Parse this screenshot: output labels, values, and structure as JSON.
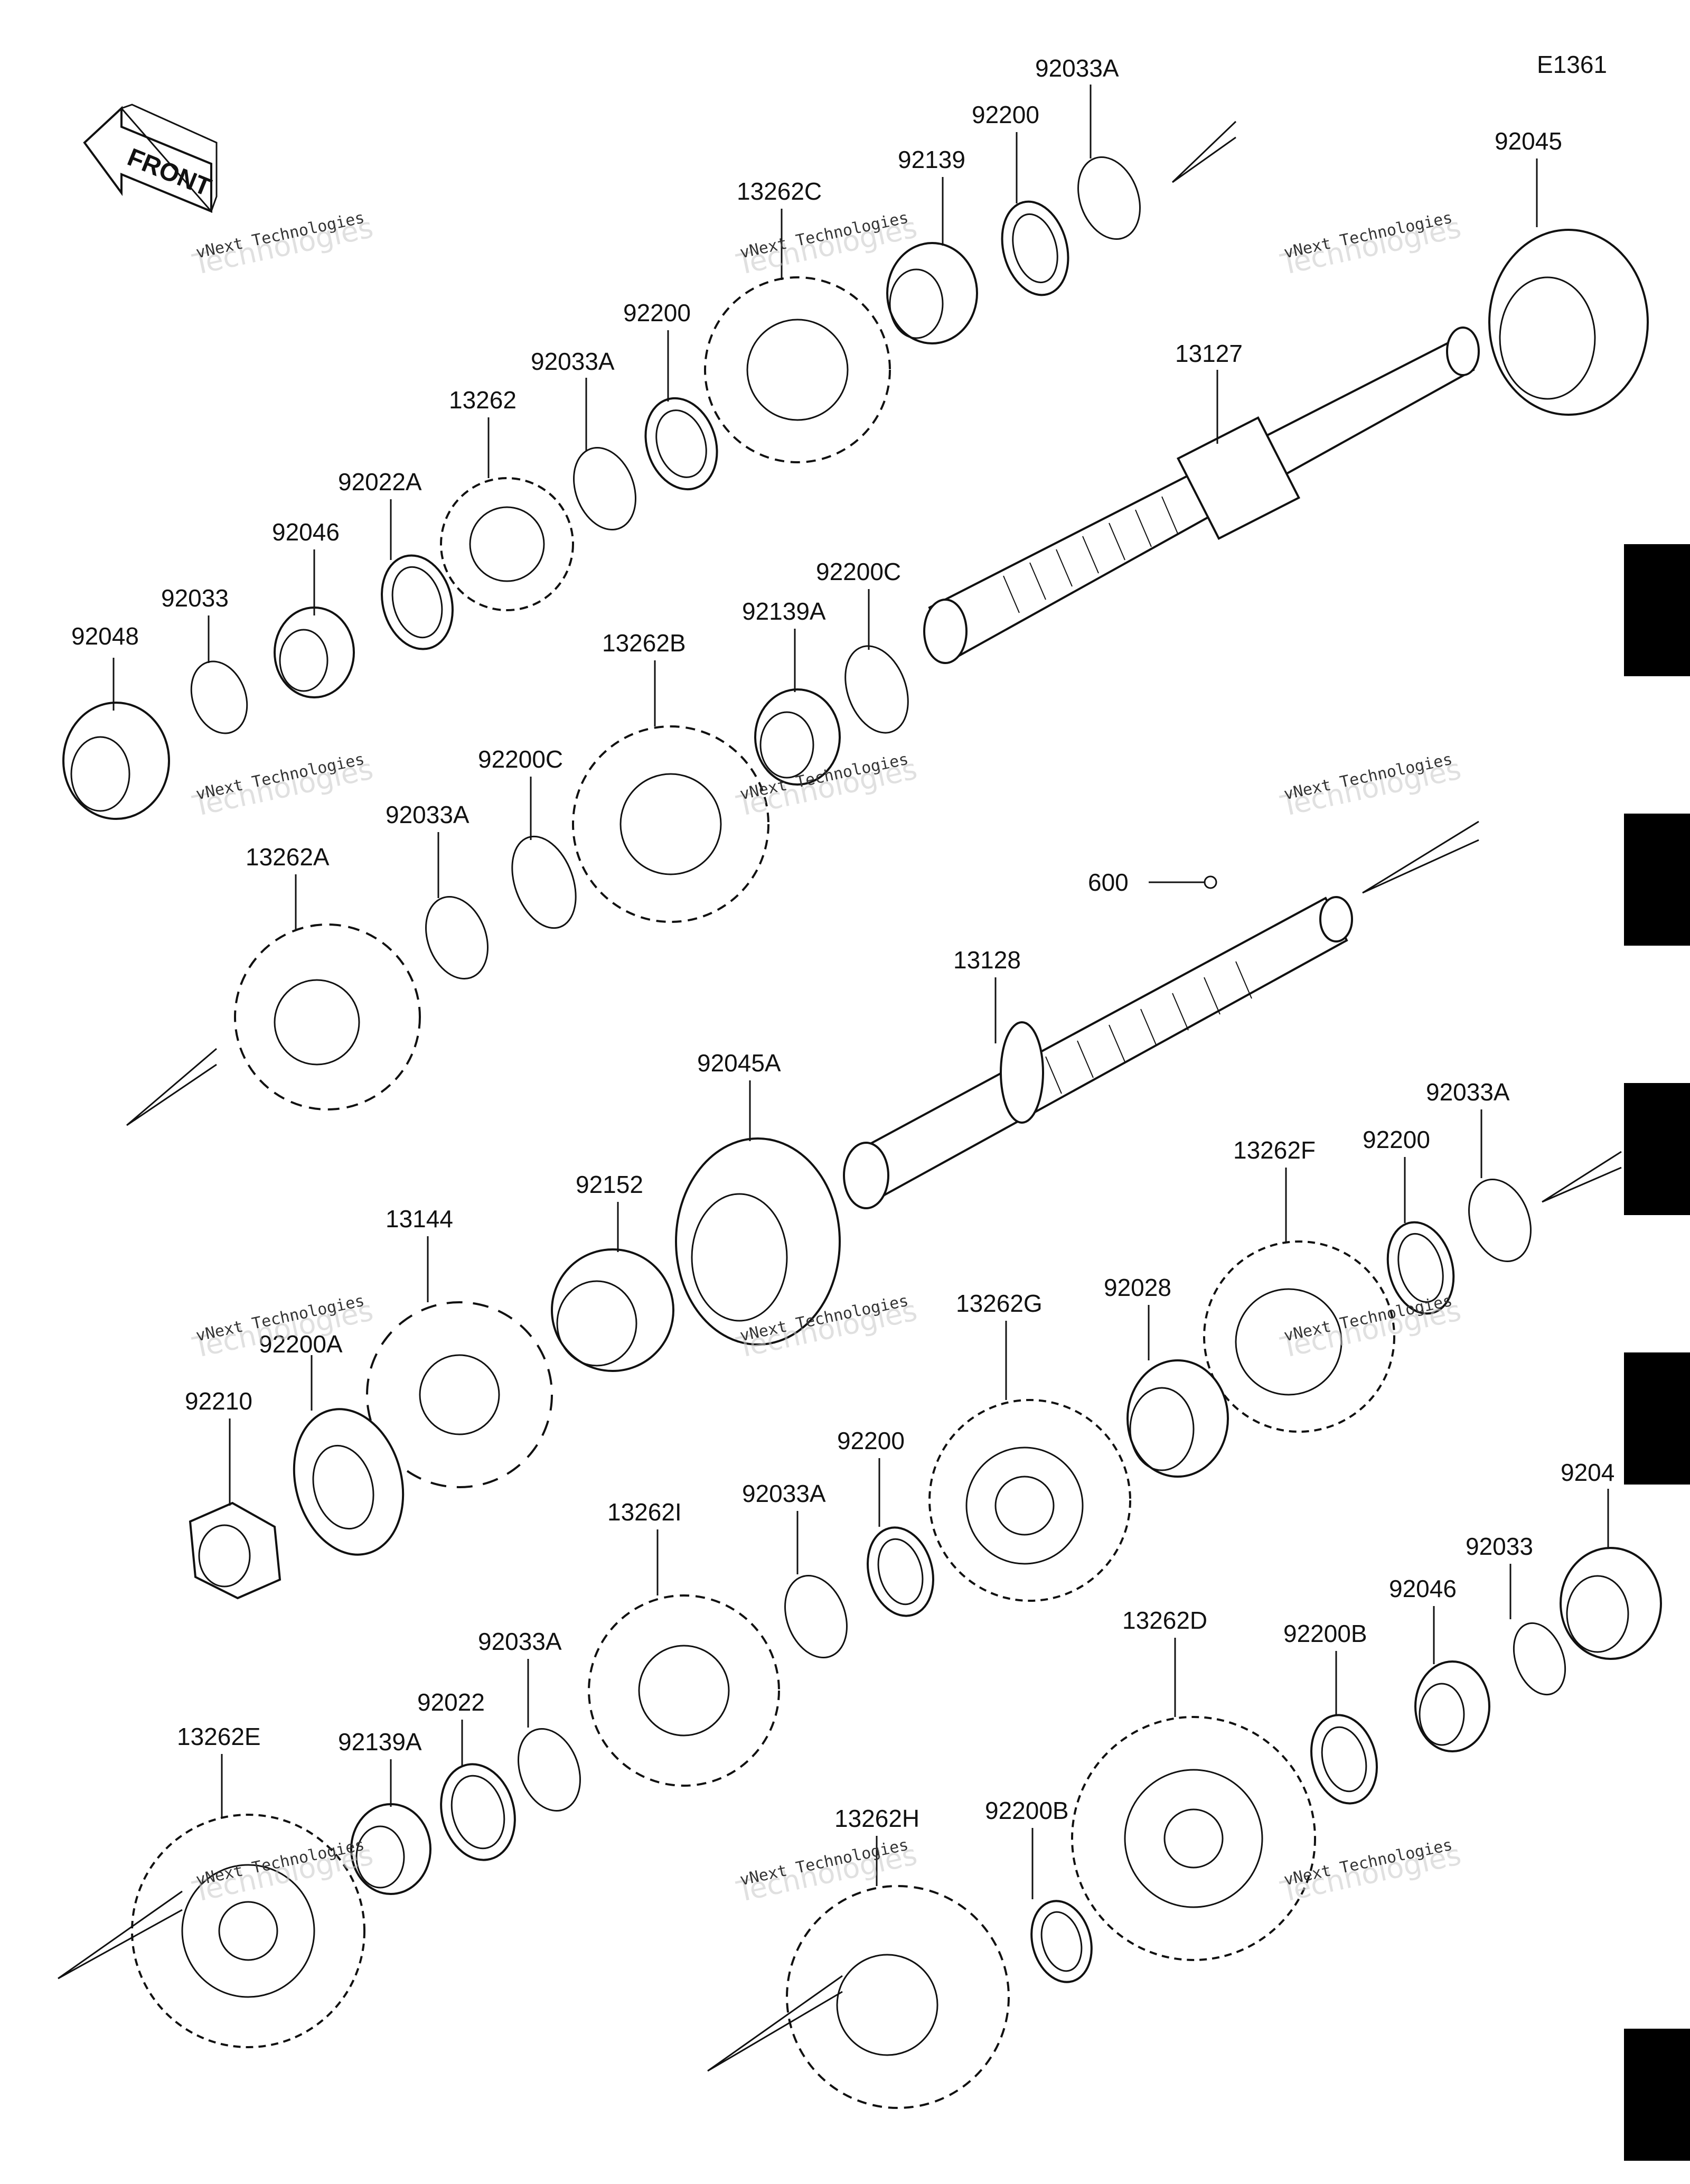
{
  "diagram_code": "E1361",
  "front_label": "FRONT",
  "watermark": {
    "brand_small": "vNext Technologies",
    "brand_large": "Technologies",
    "brand_top": "vNext"
  },
  "ref_label": "600",
  "callouts": {
    "92048": "92048",
    "92033_a": "92033",
    "92046_a": "92046",
    "92022A": "92022A",
    "13262": "13262",
    "92033A_a": "92033A",
    "92200_a": "92200",
    "13262C": "13262C",
    "92139": "92139",
    "92200_b": "92200",
    "92033A_b": "92033A",
    "92045": "92045",
    "13127": "13127",
    "92200C_a": "92200C",
    "92139A_a": "92139A",
    "13262B": "13262B",
    "92200C_b": "92200C",
    "92033A_c": "92033A",
    "13262A": "13262A",
    "13128": "13128",
    "92045A": "92045A",
    "92152": "92152",
    "13144": "13144",
    "92200A": "92200A",
    "92210": "92210",
    "13262F": "13262F",
    "92200_c": "92200",
    "92033A_d": "92033A",
    "92028": "92028",
    "13262G": "13262G",
    "92200_d": "92200",
    "92033A_e": "92033A",
    "13262I": "13262I",
    "92049_cut": "9204",
    "92033_b": "92033",
    "92046_b": "92046",
    "92200B_a": "92200B",
    "13262D": "13262D",
    "92033A_f": "92033A",
    "92022": "92022",
    "92139A_b": "92139A",
    "13262E": "13262E",
    "13262H": "13262H",
    "92200B_b": "92200B"
  }
}
